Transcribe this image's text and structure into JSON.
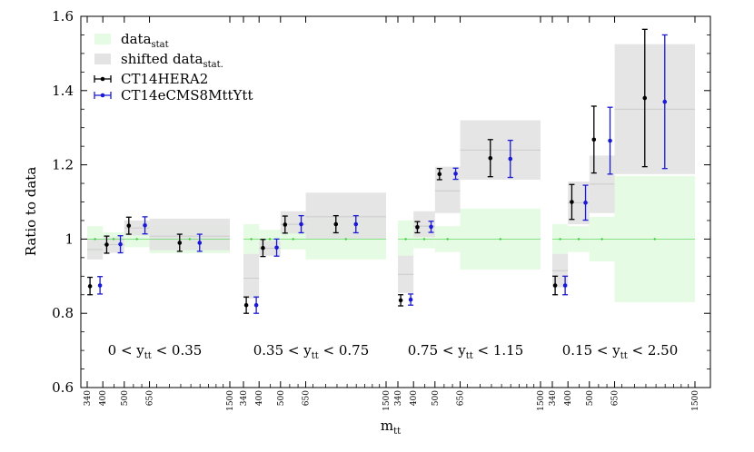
{
  "chart_data": {
    "type": "scatter",
    "xlabel_main": "m",
    "xlabel_sub": "tt",
    "ylabel": "Ratio to data",
    "ylim": [
      0.6,
      1.6
    ],
    "yticks": [
      "0.6",
      "0.8",
      "1",
      "1.2",
      "1.4",
      "1.6"
    ],
    "legend": {
      "placement": "top-left",
      "items": [
        {
          "main": "data",
          "sub": "stat",
          "kind": "box",
          "color": "#e6fbe3"
        },
        {
          "main": "shifted data",
          "sub": "stat.",
          "kind": "box",
          "color": "#e3e3e3"
        },
        {
          "main": "CT14HERA2",
          "sub": "",
          "kind": "errorbar",
          "color": "#000000"
        },
        {
          "main": "CT14eCMS8MttYtt",
          "sub": "",
          "kind": "errorbar",
          "color": "#1a1ad6"
        }
      ]
    },
    "colors": {
      "stat_band": "#e6fbe3",
      "shifted_band": "#e3e3e3",
      "central_line": "#66d966",
      "series_1": "#000000",
      "series_2": "#1a1ad6"
    },
    "panels": [
      {
        "label_pre": "0 < y",
        "label_sub": "tt",
        "label_post": " < 0.35",
        "tick_labels": [
          "340",
          "400",
          "500",
          "650",
          "1500"
        ],
        "bins": [
          {
            "lo": 340,
            "hi": 400,
            "stat": [
              0.965,
              1.035
            ],
            "shifted": [
              0.945,
              1.0
            ],
            "shifted_center": 0.972,
            "ct14hera2": [
              0.873,
              0.85,
              0.897
            ],
            "ct14ecms": [
              0.875,
              0.852,
              0.899
            ]
          },
          {
            "lo": 400,
            "hi": 500,
            "stat": [
              0.982,
              1.018
            ],
            "shifted": [
              0.963,
              1.005
            ],
            "shifted_center": 0.985,
            "ct14hera2": [
              0.985,
              0.962,
              1.008
            ],
            "ct14ecms": [
              0.986,
              0.963,
              1.009
            ]
          },
          {
            "lo": 500,
            "hi": 650,
            "stat": [
              0.978,
              1.022
            ],
            "shifted": [
              1.01,
              1.05
            ],
            "shifted_center": 1.03,
            "ct14hera2": [
              1.036,
              1.013,
              1.059
            ],
            "ct14ecms": [
              1.037,
              1.014,
              1.06
            ]
          },
          {
            "lo": 650,
            "hi": 1500,
            "stat": [
              0.962,
              1.038
            ],
            "shifted": [
              0.97,
              1.055
            ],
            "shifted_center": 1.008,
            "ct14hera2": [
              0.99,
              0.967,
              1.013
            ],
            "ct14ecms": [
              0.99,
              0.967,
              1.013
            ]
          }
        ]
      },
      {
        "label_pre": "0.35 < y",
        "label_sub": "tt",
        "label_post": " < 0.75",
        "tick_labels": [
          "340",
          "400",
          "500",
          "650",
          "1500"
        ],
        "bins": [
          {
            "lo": 340,
            "hi": 400,
            "stat": [
              0.96,
              1.04
            ],
            "shifted": [
              0.84,
              0.96
            ],
            "shifted_center": 0.895,
            "ct14hera2": [
              0.822,
              0.8,
              0.844
            ],
            "ct14ecms": [
              0.822,
              0.8,
              0.844
            ]
          },
          {
            "lo": 400,
            "hi": 500,
            "stat": [
              0.975,
              1.025
            ],
            "shifted": [
              0.955,
              0.995
            ],
            "shifted_center": 0.975,
            "ct14hera2": [
              0.976,
              0.953,
              0.999
            ],
            "ct14ecms": [
              0.977,
              0.954,
              1.0
            ]
          },
          {
            "lo": 500,
            "hi": 650,
            "stat": [
              0.972,
              1.028
            ],
            "shifted": [
              1.015,
              1.075
            ],
            "shifted_center": 1.04,
            "ct14hera2": [
              1.039,
              1.016,
              1.062
            ],
            "ct14ecms": [
              1.04,
              1.017,
              1.063
            ]
          },
          {
            "lo": 650,
            "hi": 1500,
            "stat": [
              0.945,
              1.055
            ],
            "shifted": [
              1.0,
              1.125
            ],
            "shifted_center": 1.06,
            "ct14hera2": [
              1.04,
              1.017,
              1.063
            ],
            "ct14ecms": [
              1.04,
              1.017,
              1.063
            ]
          }
        ]
      },
      {
        "label_pre": "0.75 < y",
        "label_sub": "tt",
        "label_post": " < 1.15",
        "tick_labels": [
          "340",
          "400",
          "500",
          "650",
          "1500"
        ],
        "bins": [
          {
            "lo": 340,
            "hi": 400,
            "stat": [
              0.95,
              1.05
            ],
            "shifted": [
              0.855,
              0.955
            ],
            "shifted_center": 0.905,
            "ct14hera2": [
              0.835,
              0.82,
              0.85
            ],
            "ct14ecms": [
              0.837,
              0.822,
              0.852
            ]
          },
          {
            "lo": 400,
            "hi": 500,
            "stat": [
              0.975,
              1.025
            ],
            "shifted": [
              1.005,
              1.075
            ],
            "shifted_center": 1.035,
            "ct14hera2": [
              1.032,
              1.017,
              1.047
            ],
            "ct14ecms": [
              1.033,
              1.018,
              1.048
            ]
          },
          {
            "lo": 500,
            "hi": 650,
            "stat": [
              0.965,
              1.035
            ],
            "shifted": [
              1.07,
              1.195
            ],
            "shifted_center": 1.13,
            "ct14hera2": [
              1.175,
              1.16,
              1.19
            ],
            "ct14ecms": [
              1.176,
              1.161,
              1.191
            ]
          },
          {
            "lo": 650,
            "hi": 1500,
            "stat": [
              0.918,
              1.082
            ],
            "shifted": [
              1.16,
              1.32
            ],
            "shifted_center": 1.24,
            "ct14hera2": [
              1.218,
              1.168,
              1.268
            ],
            "ct14ecms": [
              1.216,
              1.166,
              1.266
            ]
          }
        ]
      },
      {
        "label_pre": "0.15 < y",
        "label_sub": "tt",
        "label_post": " < 2.50",
        "tick_labels": [
          "340",
          "400",
          "500",
          "650",
          "1500"
        ],
        "bins": [
          {
            "lo": 340,
            "hi": 400,
            "stat": [
              0.96,
              1.04
            ],
            "shifted": [
              0.87,
              0.96
            ],
            "shifted_center": 0.915,
            "ct14hera2": [
              0.875,
              0.85,
              0.9
            ],
            "ct14ecms": [
              0.875,
              0.85,
              0.9
            ]
          },
          {
            "lo": 400,
            "hi": 500,
            "stat": [
              0.965,
              1.035
            ],
            "shifted": [
              1.04,
              1.155
            ],
            "shifted_center": 1.098,
            "ct14hera2": [
              1.1,
              1.053,
              1.147
            ],
            "ct14ecms": [
              1.098,
              1.051,
              1.145
            ]
          },
          {
            "lo": 500,
            "hi": 650,
            "stat": [
              0.94,
              1.06
            ],
            "shifted": [
              1.07,
              1.225
            ],
            "shifted_center": 1.148,
            "ct14hera2": [
              1.268,
              1.178,
              1.358
            ],
            "ct14ecms": [
              1.265,
              1.175,
              1.355
            ]
          },
          {
            "lo": 650,
            "hi": 1500,
            "stat": [
              0.83,
              1.17
            ],
            "shifted": [
              1.175,
              1.525
            ],
            "shifted_center": 1.35,
            "ct14hera2": [
              1.38,
              1.195,
              1.565
            ],
            "ct14ecms": [
              1.37,
              1.19,
              1.55
            ]
          }
        ]
      }
    ]
  }
}
